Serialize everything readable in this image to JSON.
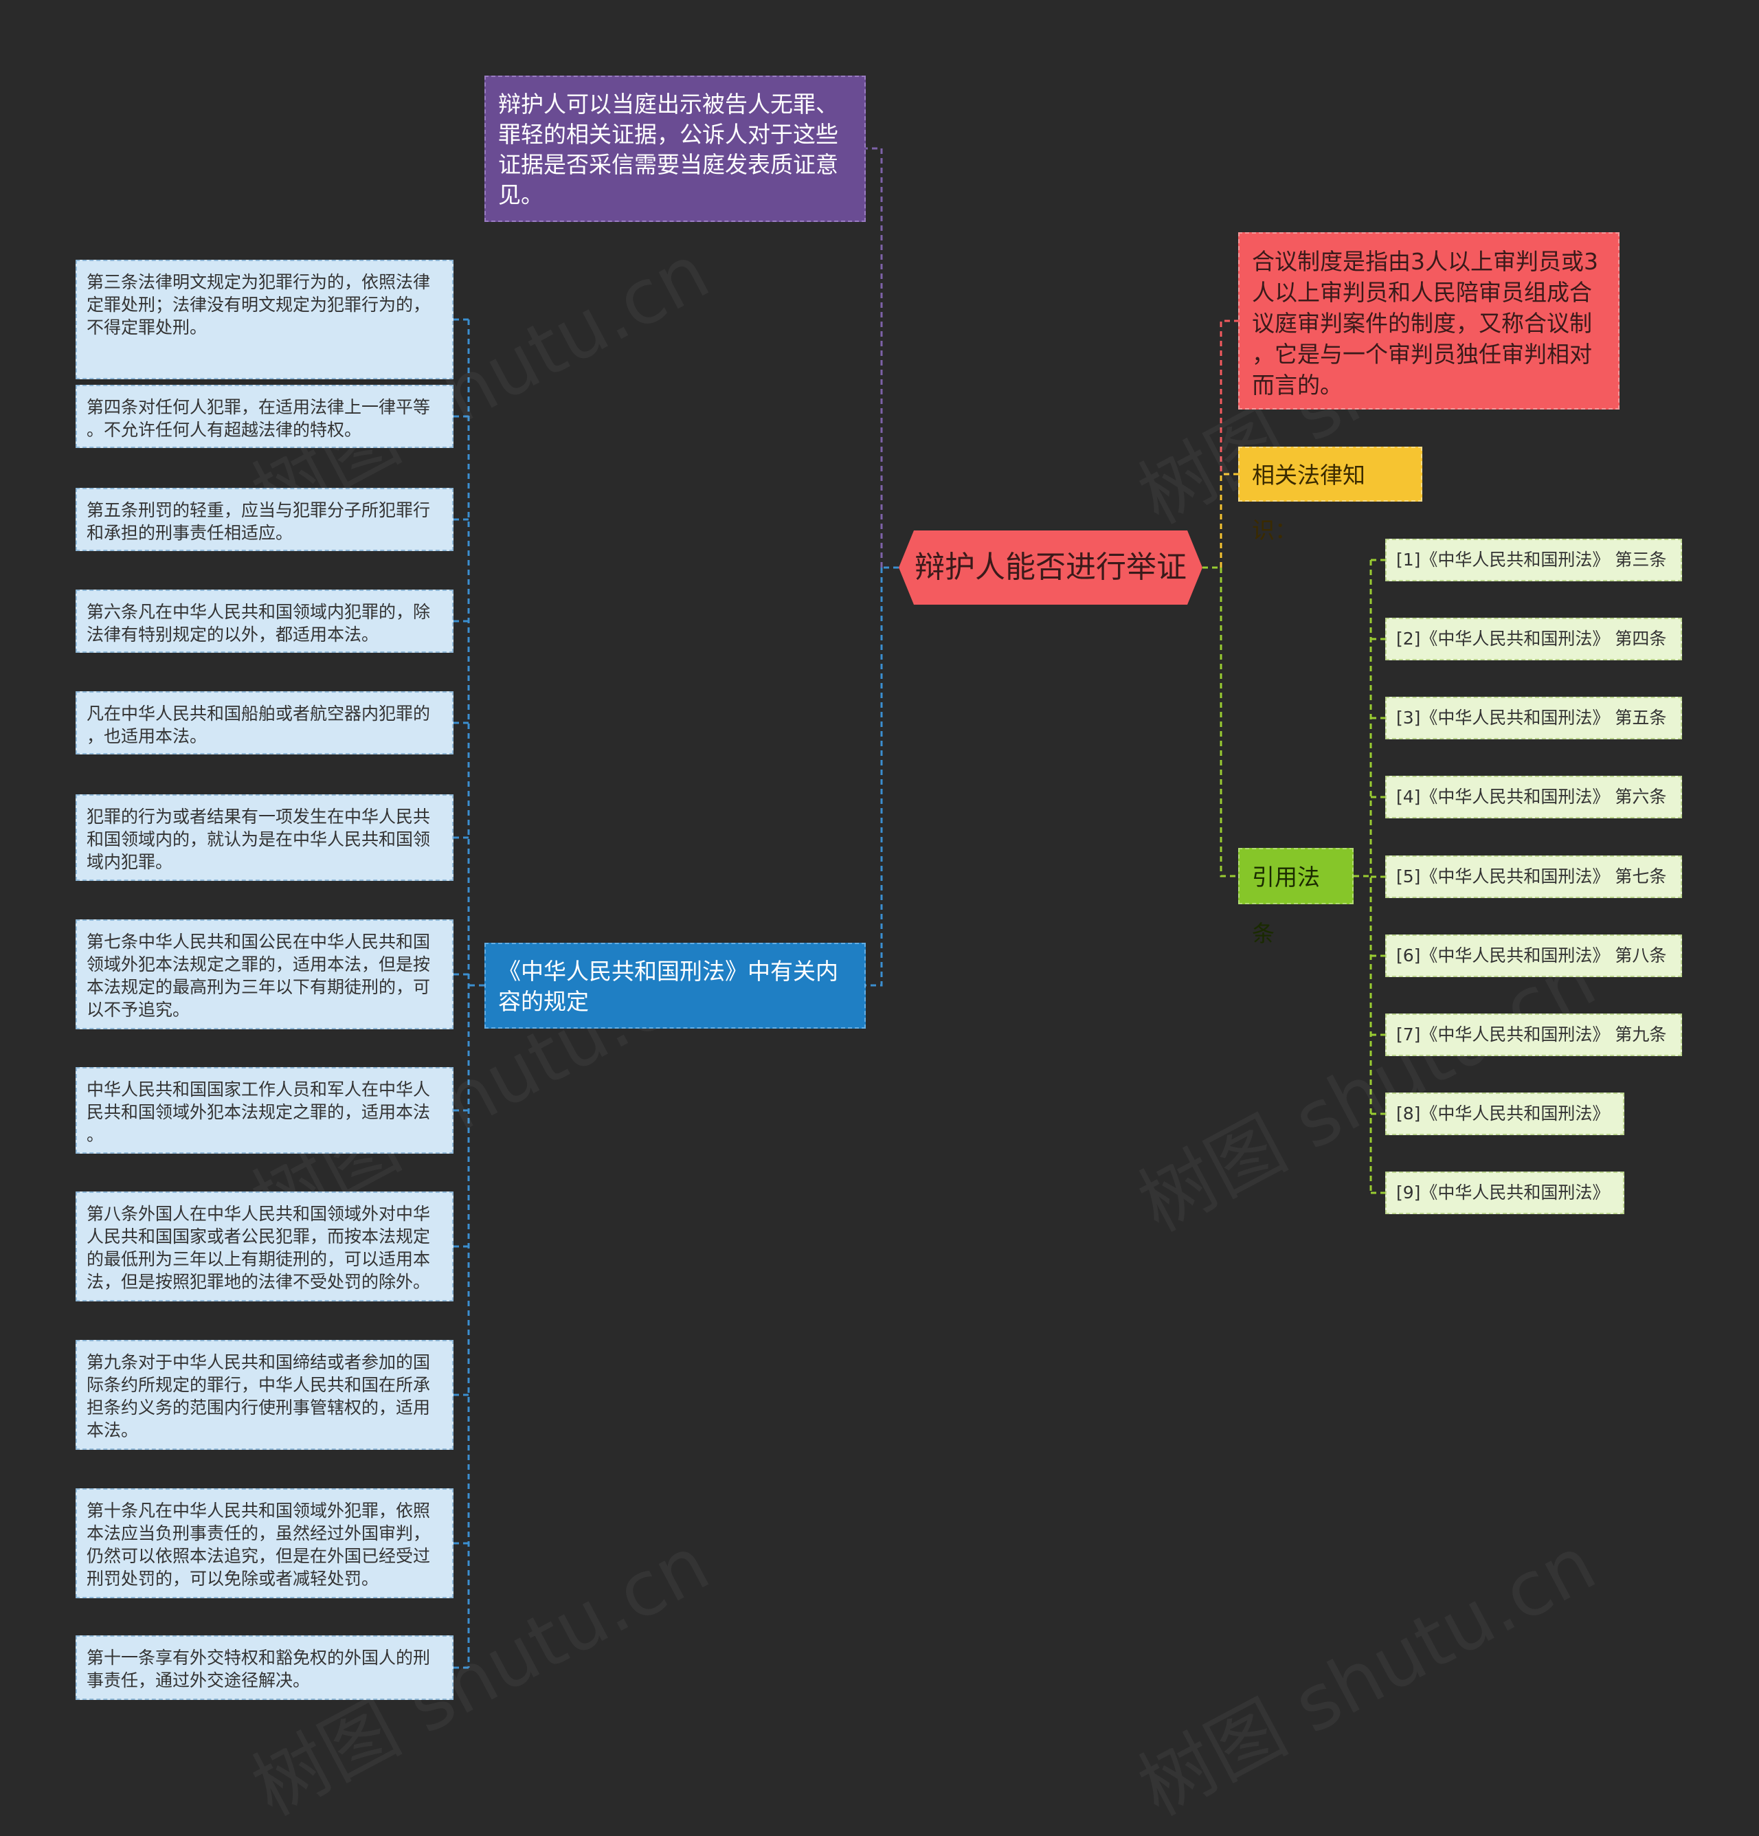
{
  "root": {
    "label": "辩护人能否进行举证"
  },
  "left_branches": {
    "purple_note": {
      "text": "辩护人可以当庭出示被告人无罪、\n罪轻的相关证据，公诉人对于这些\n证据是否采信需要当庭发表质证意\n见。"
    },
    "criminal_law": {
      "label": "《中华人民共和国刑法》中有关内\n容的规定",
      "articles": [
        "第三条法律明文规定为犯罪行为的，依照法律\n定罪处刑；法律没有明文规定为犯罪行为的，\n不得定罪处刑。",
        "第四条对任何人犯罪，在适用法律上一律平等\n。不允许任何人有超越法律的特权。",
        "第五条刑罚的轻重，应当与犯罪分子所犯罪行\n和承担的刑事责任相适应。",
        "第六条凡在中华人民共和国领域内犯罪的，除\n法律有特别规定的以外，都适用本法。",
        "凡在中华人民共和国船舶或者航空器内犯罪的\n，也适用本法。",
        "犯罪的行为或者结果有一项发生在中华人民共\n和国领域内的，就认为是在中华人民共和国领\n域内犯罪。",
        "第七条中华人民共和国公民在中华人民共和国\n领域外犯本法规定之罪的，适用本法，但是按\n本法规定的最高刑为三年以下有期徒刑的，可\n以不予追究。",
        "中华人民共和国国家工作人员和军人在中华人\n民共和国领域外犯本法规定之罪的，适用本法\n。",
        "第八条外国人在中华人民共和国领域外对中华\n人民共和国国家或者公民犯罪，而按本法规定\n的最低刑为三年以上有期徒刑的，可以适用本\n法，但是按照犯罪地的法律不受处罚的除外。",
        "第九条对于中华人民共和国缔结或者参加的国\n际条约所规定的罪行，中华人民共和国在所承\n担条约义务的范围内行使刑事管辖权的，适用\n本法。",
        "第十条凡在中华人民共和国领域外犯罪，依照\n本法应当负刑事责任的，虽然经过外国审判，\n仍然可以依照本法追究，但是在外国已经受过\n刑罚处罚的，可以免除或者减轻处罚。",
        "第十一条享有外交特权和豁免权的外国人的刑\n事责任，通过外交途径解决。"
      ]
    }
  },
  "right_branches": {
    "red_note": {
      "text": "合议制度是指由3人以上审判员或3\n人以上审判员和人民陪审员组成合\n议庭审判案件的制度，又称合议制\n，它是与一个审判员独任审判相对\n而言的。"
    },
    "related_knowledge": {
      "label": "相关法律知识："
    },
    "cited_laws": {
      "label": "引用法条",
      "items": [
        "[1]《中华人民共和国刑法》 第三条",
        "[2]《中华人民共和国刑法》 第四条",
        "[3]《中华人民共和国刑法》 第五条",
        "[4]《中华人民共和国刑法》 第六条",
        "[5]《中华人民共和国刑法》 第七条",
        "[6]《中华人民共和国刑法》 第八条",
        "[7]《中华人民共和国刑法》 第九条",
        "[8]《中华人民共和国刑法》",
        "[9]《中华人民共和国刑法》"
      ]
    }
  },
  "watermark": "树图 shutu.cn",
  "colors": {
    "background": "#2a2a2a",
    "root": "#f45b5f",
    "purple": "#6a4c93",
    "blue": "#1f7fc4",
    "leaf": "#d3e7f6",
    "red": "#f45b5f",
    "yellow": "#f6c431",
    "green": "#86c629",
    "ref": "#e9f5d3"
  }
}
